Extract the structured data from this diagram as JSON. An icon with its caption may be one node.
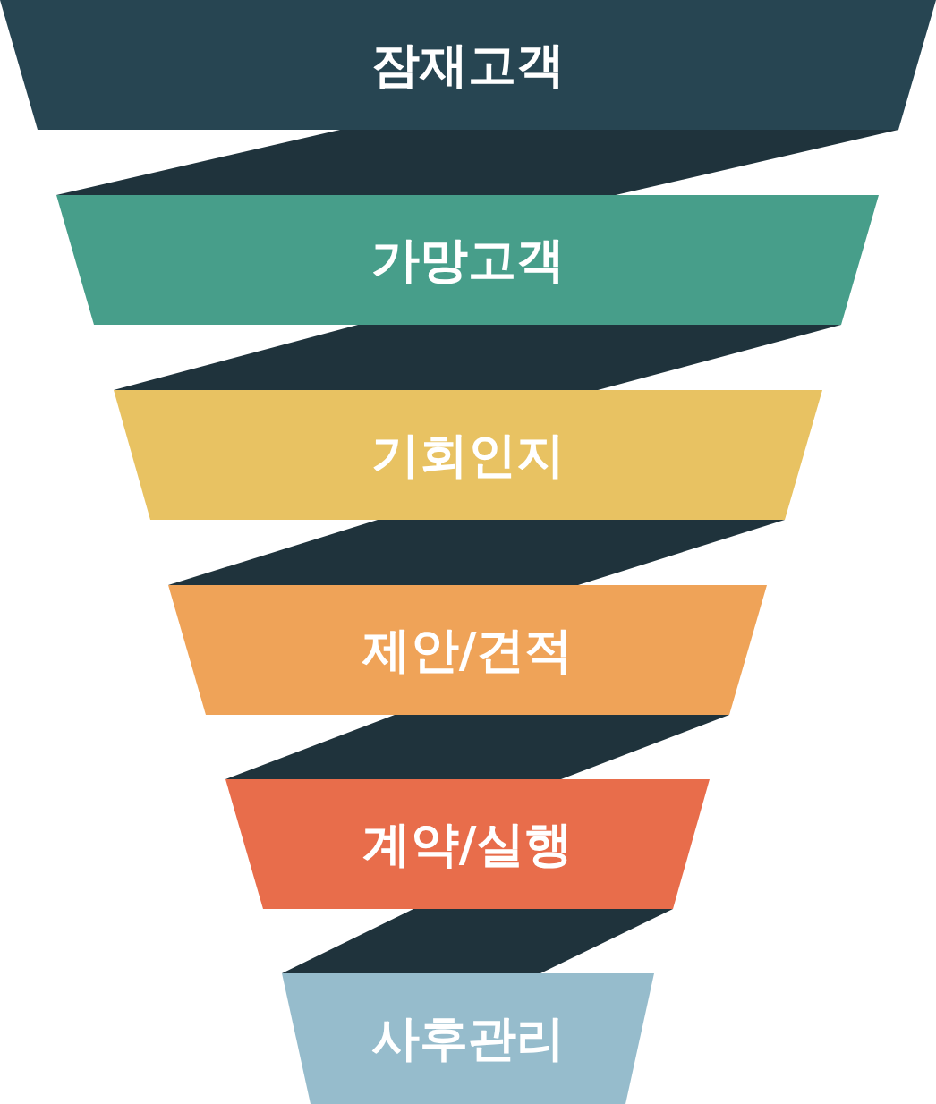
{
  "diagram": {
    "nodes": [
      {
        "text": [
          "잠재고객"
        ]
      },
      {
        "text": [
          "가망고객"
        ]
      },
      {
        "text": [
          "기회인지"
        ]
      },
      {
        "text": [
          "제안/견적"
        ]
      },
      {
        "text": [
          "계약/실행"
        ]
      },
      {
        "text": [
          "사후관리"
        ]
      }
    ]
  }
}
